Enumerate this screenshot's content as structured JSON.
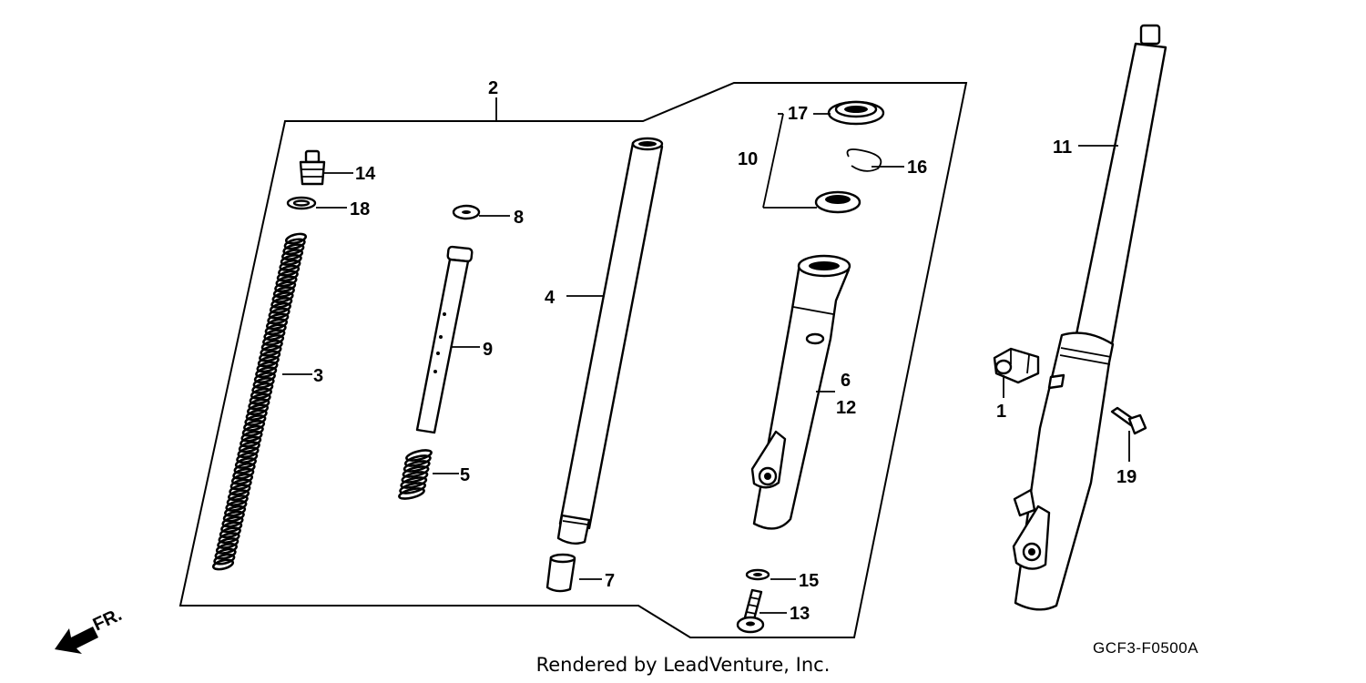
{
  "diagram": {
    "callouts": {
      "p1": "1",
      "p2": "2",
      "p3": "3",
      "p4": "4",
      "p5": "5",
      "p6": "6",
      "p7": "7",
      "p8": "8",
      "p9": "9",
      "p10": "10",
      "p11": "11",
      "p12": "12",
      "p13": "13",
      "p14": "14",
      "p15": "15",
      "p16": "16",
      "p17": "17",
      "p18": "18",
      "p19": "19"
    },
    "direction_label": "FR.",
    "diagram_code": "GCF3-F0500A",
    "credit": "Rendered by LeadVenture, Inc."
  },
  "colors": {
    "line": "#000000",
    "background": "#ffffff"
  }
}
